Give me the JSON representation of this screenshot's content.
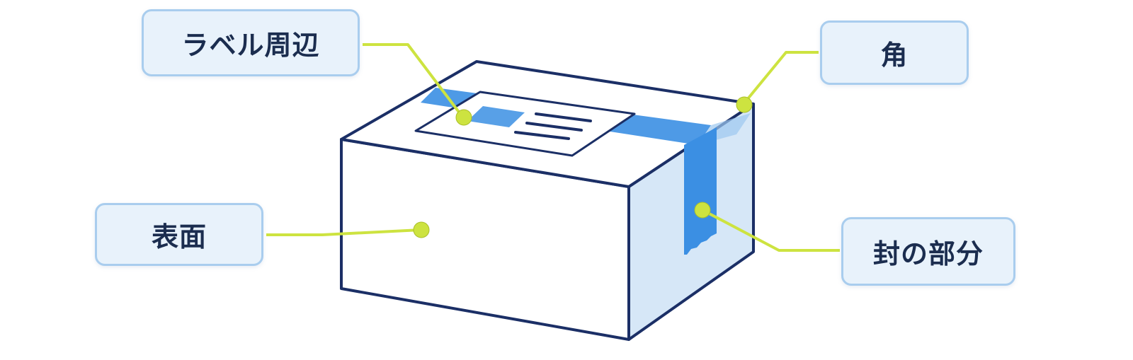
{
  "labels": {
    "label_area": "ラベル周辺",
    "corner": "角",
    "surface": "表面",
    "seal": "封の部分"
  },
  "colors": {
    "outline": "#1b2f66",
    "tape": "#3b8fe3",
    "side_face": "#d6e7f7",
    "top_face": "#ffffff",
    "front_face": "#ffffff",
    "leader": "#cde340",
    "callout_fill": "#e8f2fb",
    "callout_border": "#a9cdee",
    "text": "#1b2d4f"
  },
  "icons": [
    "cardboard-box-icon",
    "shipping-label-icon",
    "tape-icon"
  ]
}
